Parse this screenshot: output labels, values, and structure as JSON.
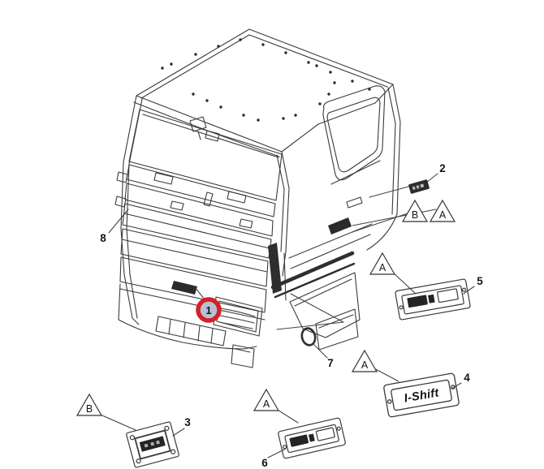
{
  "figure": {
    "type": "exploded-parts-line-diagram",
    "subject": "Truck cab front with emblem and badge part locations",
    "background_color": "#ffffff",
    "line_color": "#3a3a3a",
    "dark_fill": "#2b2b2b"
  },
  "callouts": {
    "c1": {
      "number": "1",
      "highlighted": true
    },
    "c2": {
      "number": "2",
      "highlighted": false
    },
    "c3": {
      "number": "3",
      "highlighted": false
    },
    "c4": {
      "number": "4",
      "highlighted": false
    },
    "c5": {
      "number": "5",
      "highlighted": false
    },
    "c6": {
      "number": "6",
      "highlighted": false
    },
    "c7": {
      "number": "7",
      "highlighted": false
    },
    "c8": {
      "number": "8",
      "highlighted": false
    }
  },
  "reference_markers": {
    "top_b": {
      "letter": "B"
    },
    "top_a": {
      "letter": "A"
    },
    "badge5_a": {
      "letter": "A"
    },
    "badge4_a": {
      "letter": "A"
    },
    "badge6_a": {
      "letter": "A"
    },
    "plate3_b": {
      "letter": "B"
    }
  },
  "badges": {
    "ishift": {
      "text": "I-Shift"
    }
  },
  "highlight": {
    "ring_color": "#d42127",
    "fill_color": "#b6c1d4",
    "number_color": "#1f2a5e"
  }
}
